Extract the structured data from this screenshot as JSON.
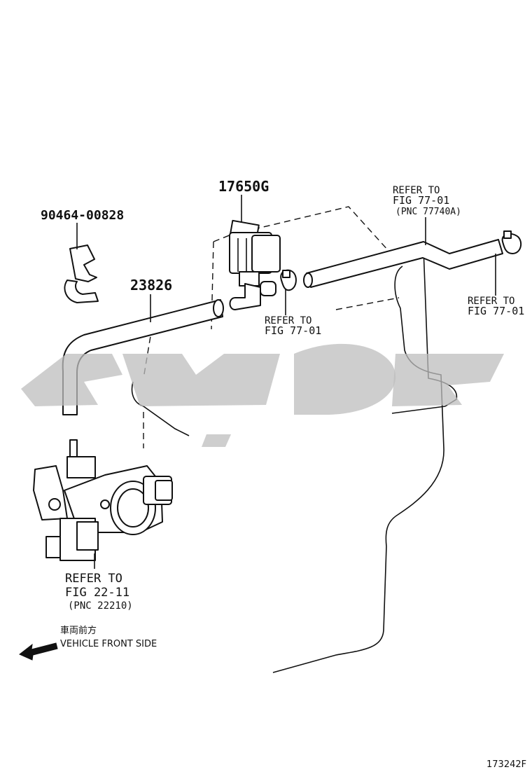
{
  "labels": {
    "part_17650g": "17650G",
    "part_90464": "90464-00828",
    "part_23826": "23826",
    "refer_77740a_line1": "REFER TO",
    "refer_77740a_line2": "FIG 77-01",
    "refer_77740a_line3": "(PNC 77740A)",
    "refer_7701_mid_line1": "REFER TO",
    "refer_7701_mid_line2": "FIG 77-01",
    "refer_7701_right_line1": "REFER TO",
    "refer_7701_right_line2": "FIG 77-01",
    "refer_2211_line1": "REFER TO",
    "refer_2211_line2": "FIG 22-11",
    "refer_2211_line3": "(PNC 22210)",
    "front_jp": "車両前方",
    "front_en": "VEHICLE FRONT SIDE",
    "figure_code": "173242F"
  },
  "icons": {
    "front_arrow": "left-arrow-icon",
    "watermark": "logo-watermark"
  },
  "colors": {
    "ink": "#111111",
    "watermark": "#bdbdbd"
  }
}
